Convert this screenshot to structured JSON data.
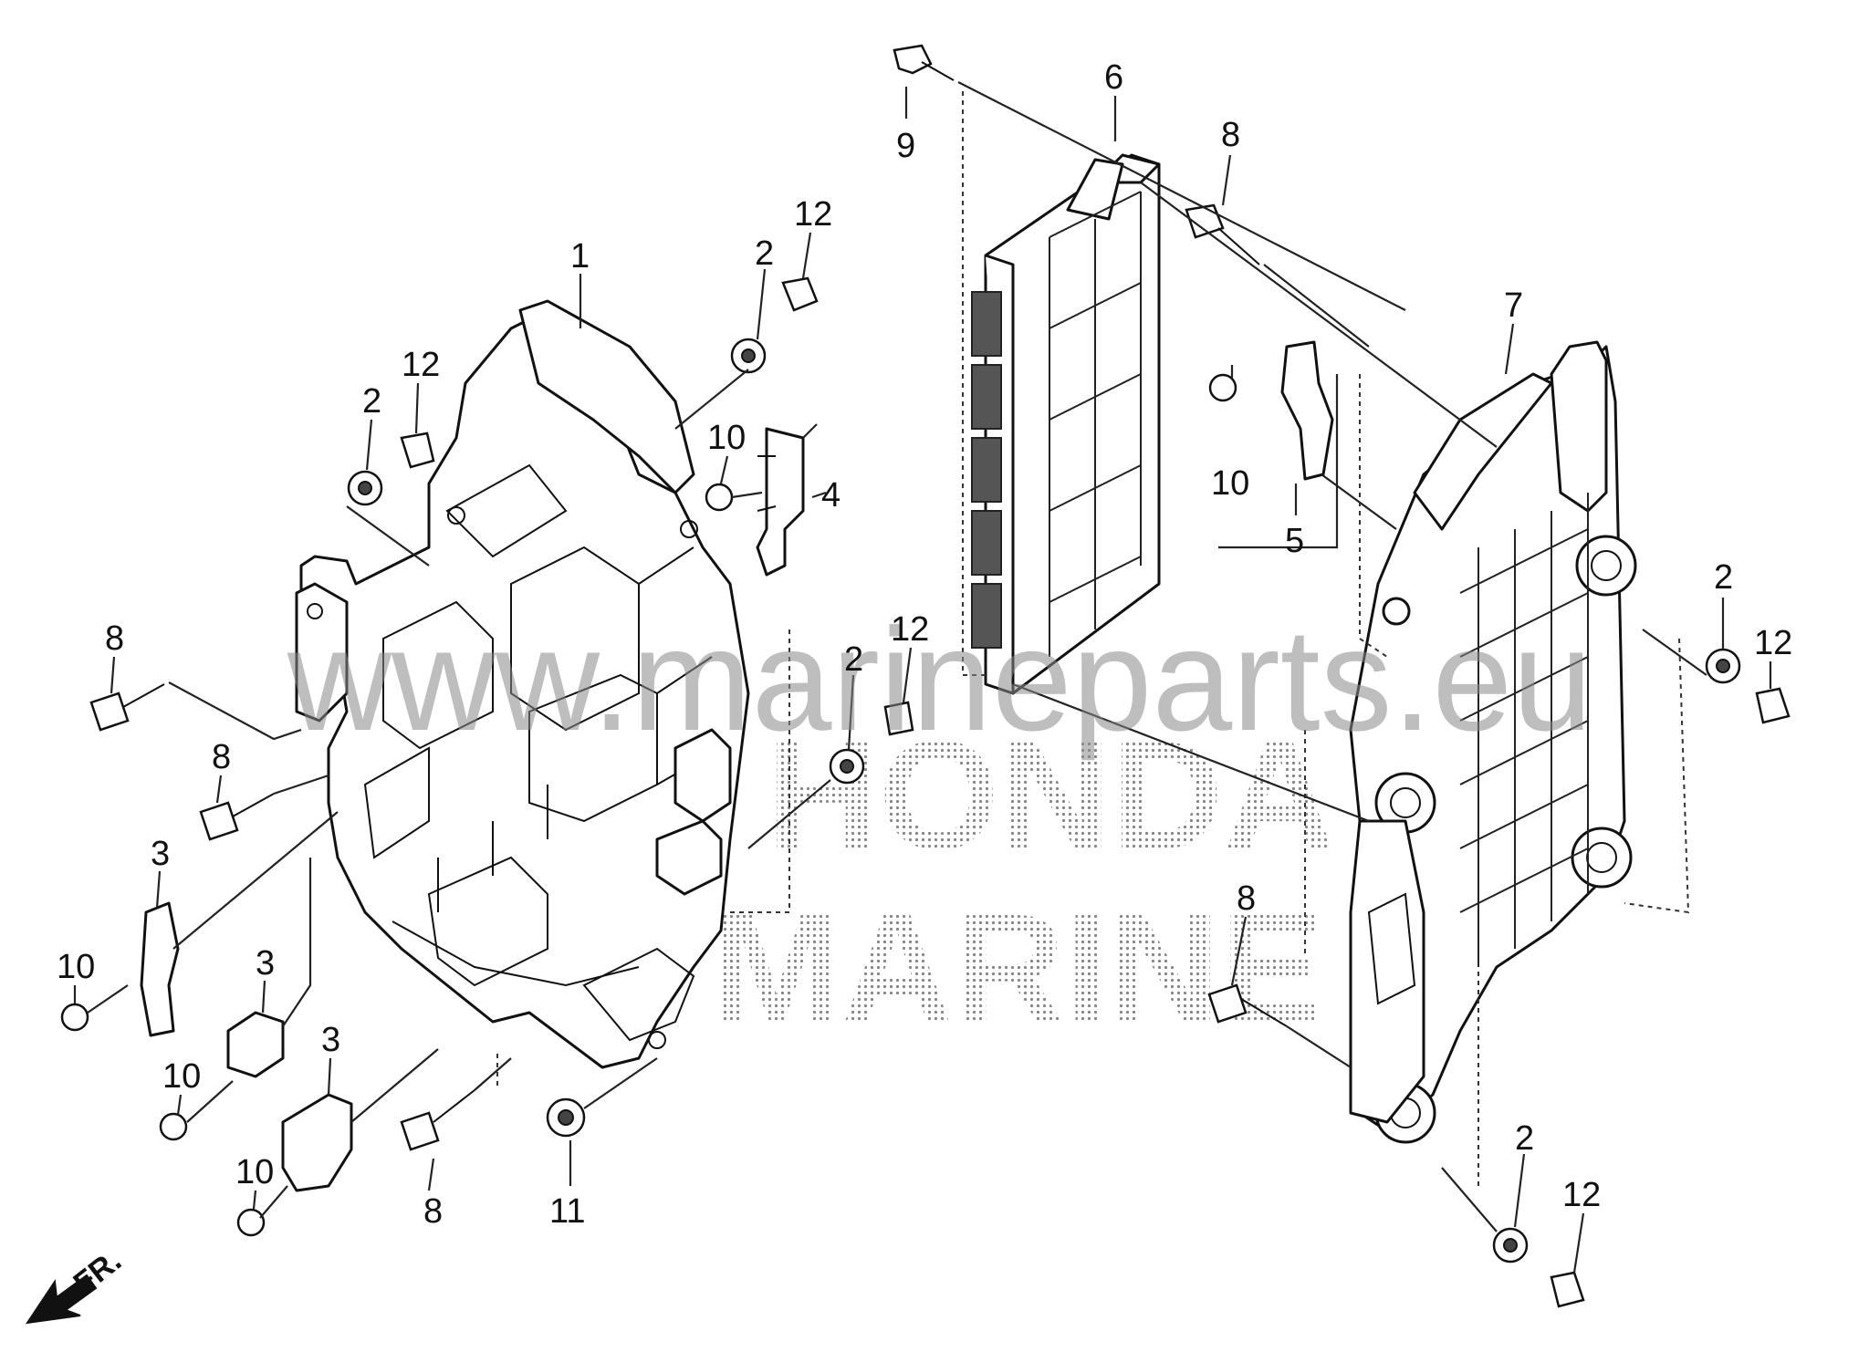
{
  "diagram": {
    "callouts": {
      "c1": "1",
      "c2a": "2",
      "c2b": "2",
      "c2c": "2",
      "c2d": "2",
      "c2e": "2",
      "c3a": "3",
      "c3b": "3",
      "c3c": "3",
      "c4": "4",
      "c5": "5",
      "c6": "6",
      "c7": "7",
      "c8a": "8",
      "c8b": "8",
      "c8c": "8",
      "c8d": "8",
      "c8e": "8",
      "c9": "9",
      "c10a": "10",
      "c10b": "10",
      "c10c": "10",
      "c10d": "10",
      "c10e": "10",
      "c11": "11",
      "c12a": "12",
      "c12b": "12",
      "c12c": "12",
      "c12d": "12",
      "c12e": "12"
    },
    "direction_label": "FR.",
    "watermark_text": "www.marineparts.eu",
    "brand_line1": "HONDA",
    "brand_line2": "MARINE"
  }
}
